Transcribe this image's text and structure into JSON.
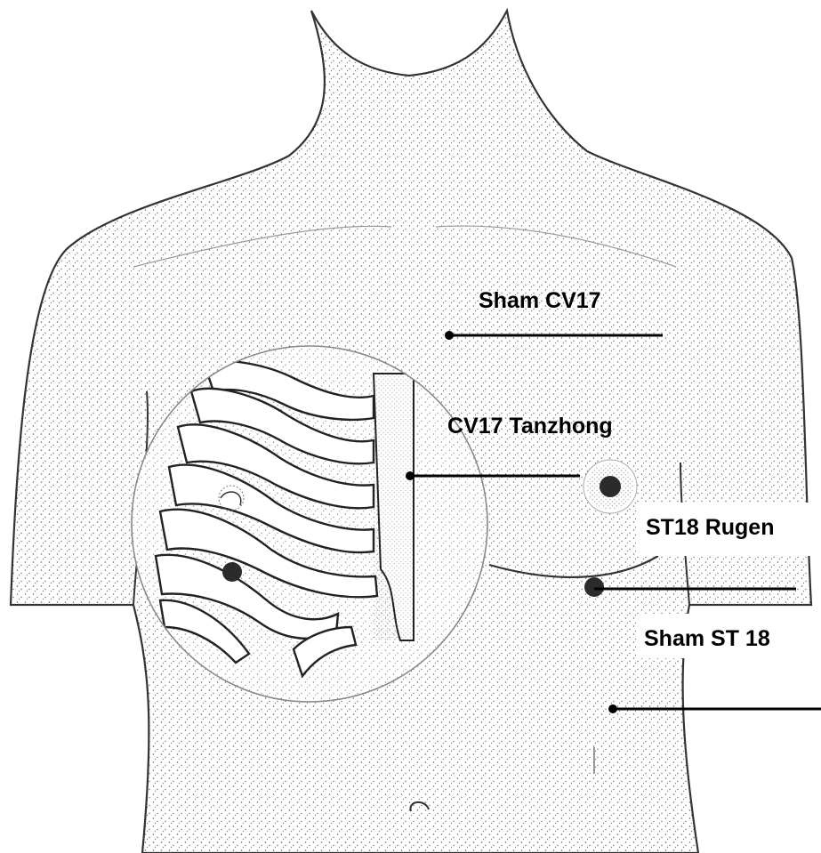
{
  "labels": {
    "sham_cv17": "Sham CV17",
    "cv17": "CV17 Tanzhong",
    "st18": "ST18 Rugen",
    "sham_st18": "Sham ST 18"
  },
  "colors": {
    "outline": "#333333",
    "stipple": "#6a6a6a",
    "point": "#2b2b2b",
    "leader": "#000000",
    "background": "#ffffff"
  }
}
